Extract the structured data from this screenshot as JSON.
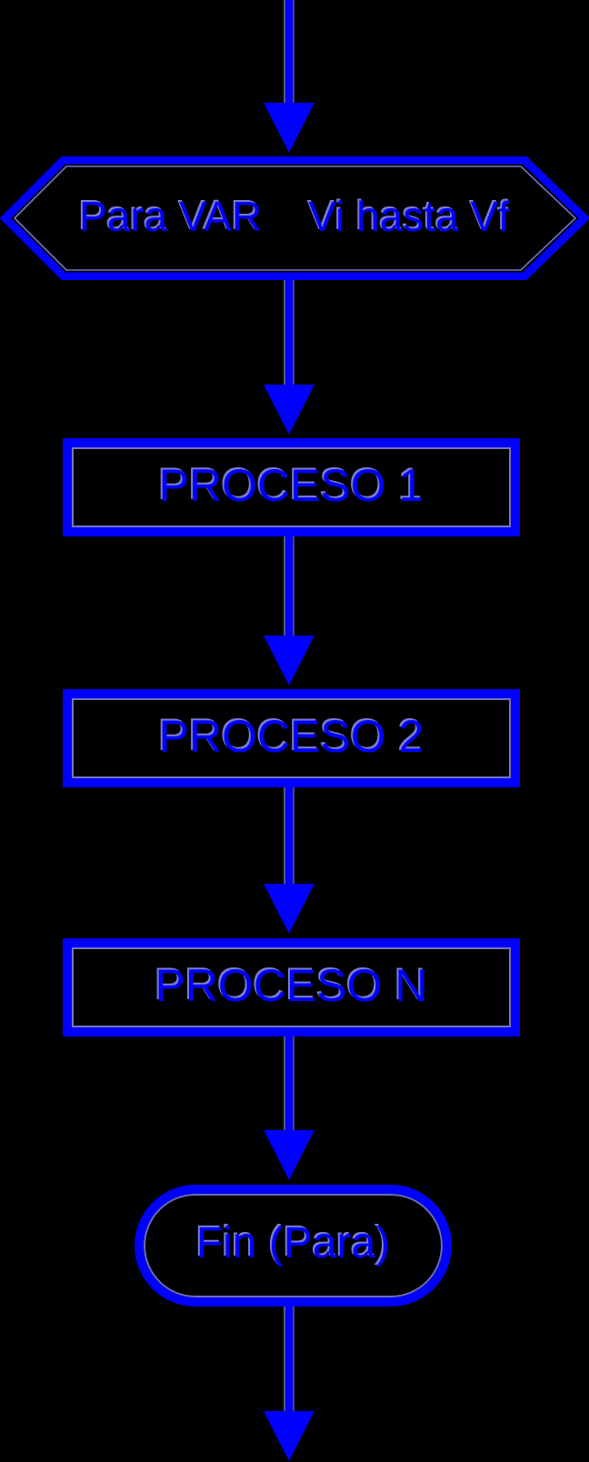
{
  "colors": {
    "background": "#000000",
    "accent": "#0000ff",
    "highlight": "#9b9bff"
  },
  "diagram": {
    "type": "flowchart",
    "direction": "top-down",
    "nodes": [
      {
        "id": "loop-start",
        "shape": "hexagon",
        "label": "Para VAR    Vi hasta Vf"
      },
      {
        "id": "process-1",
        "shape": "process",
        "label": "PROCESO 1"
      },
      {
        "id": "process-2",
        "shape": "process",
        "label": "PROCESO 2"
      },
      {
        "id": "process-n",
        "shape": "process",
        "label": "PROCESO N"
      },
      {
        "id": "loop-end",
        "shape": "terminator",
        "label": "Fin (Para)"
      }
    ],
    "edges": [
      {
        "from": "entry",
        "to": "loop-start",
        "style": "arrow-down"
      },
      {
        "from": "loop-start",
        "to": "process-1",
        "style": "arrow-down"
      },
      {
        "from": "process-1",
        "to": "process-2",
        "style": "arrow-down"
      },
      {
        "from": "process-2",
        "to": "process-n",
        "style": "arrow-down"
      },
      {
        "from": "process-n",
        "to": "loop-end",
        "style": "arrow-down"
      },
      {
        "from": "loop-end",
        "to": "exit",
        "style": "arrow-down"
      }
    ]
  }
}
